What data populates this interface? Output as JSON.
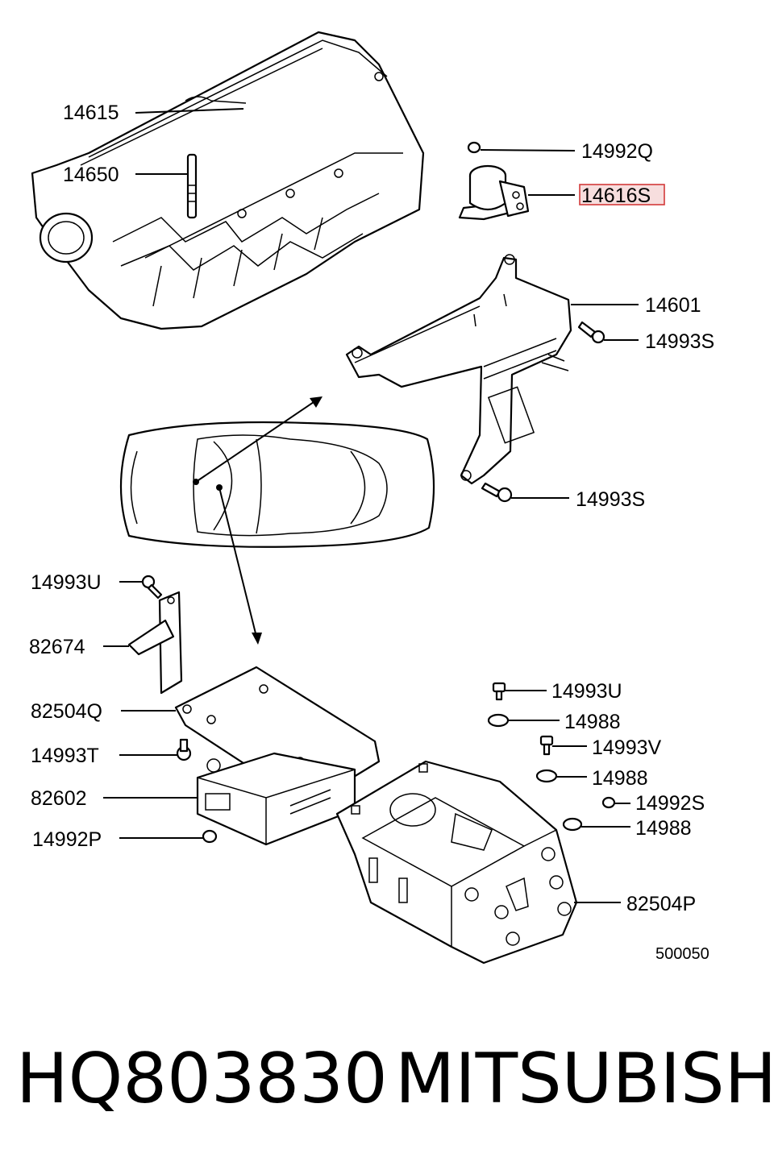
{
  "callouts": [
    {
      "id": "14615",
      "text": "14615"
    },
    {
      "id": "14650",
      "text": "14650"
    },
    {
      "id": "14992Q",
      "text": "14992Q"
    },
    {
      "id": "14616S",
      "text": "14616S",
      "highlighted": true
    },
    {
      "id": "14601",
      "text": "14601"
    },
    {
      "id": "14993S_a",
      "text": "14993S"
    },
    {
      "id": "14993S_b",
      "text": "14993S"
    },
    {
      "id": "14993U_a",
      "text": "14993U"
    },
    {
      "id": "82674",
      "text": "82674"
    },
    {
      "id": "82504Q",
      "text": "82504Q"
    },
    {
      "id": "14993T",
      "text": "14993T"
    },
    {
      "id": "82602",
      "text": "82602"
    },
    {
      "id": "14992P",
      "text": "14992P"
    },
    {
      "id": "14993U_b",
      "text": "14993U"
    },
    {
      "id": "14988_a",
      "text": "14988"
    },
    {
      "id": "14993V",
      "text": "14993V"
    },
    {
      "id": "14988_b",
      "text": "14988"
    },
    {
      "id": "14992S",
      "text": "14992S"
    },
    {
      "id": "14988_c",
      "text": "14988"
    },
    {
      "id": "82504P",
      "text": "82504P"
    }
  ],
  "diagram_code": "500050",
  "footer": {
    "part_number": "HQ803830",
    "brand": "MITSUBISHI"
  },
  "colors": {
    "highlight_fill": "#f7dede",
    "highlight_stroke": "#d23a3a",
    "line": "#000000"
  }
}
